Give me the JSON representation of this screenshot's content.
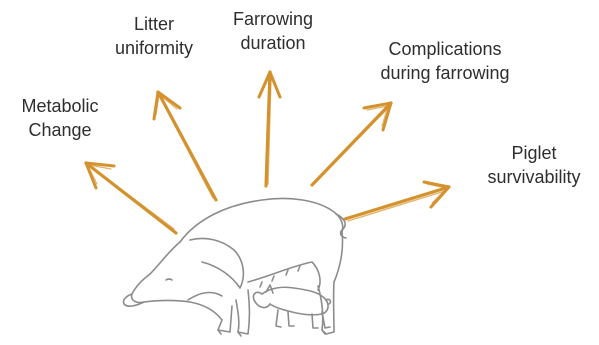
{
  "labels": {
    "metabolic_line1": "Metabolic",
    "metabolic_line2": "Change",
    "litter_line1": "Litter",
    "litter_line2": "uniformity",
    "farrowing_line1": "Farrowing",
    "farrowing_line2": "duration",
    "complications_line1": "Complications",
    "complications_line2": "during farrowing",
    "piglet_line1": "Piglet",
    "piglet_line2": "survivability"
  },
  "colors": {
    "arrow": "#D4922E",
    "text": "#2E2E2E",
    "sketch": "#8C8C8C"
  },
  "icons": {
    "arrows": "hand-drawn-arrow-icon",
    "animal": "sow-with-piglet-sketch-icon"
  }
}
